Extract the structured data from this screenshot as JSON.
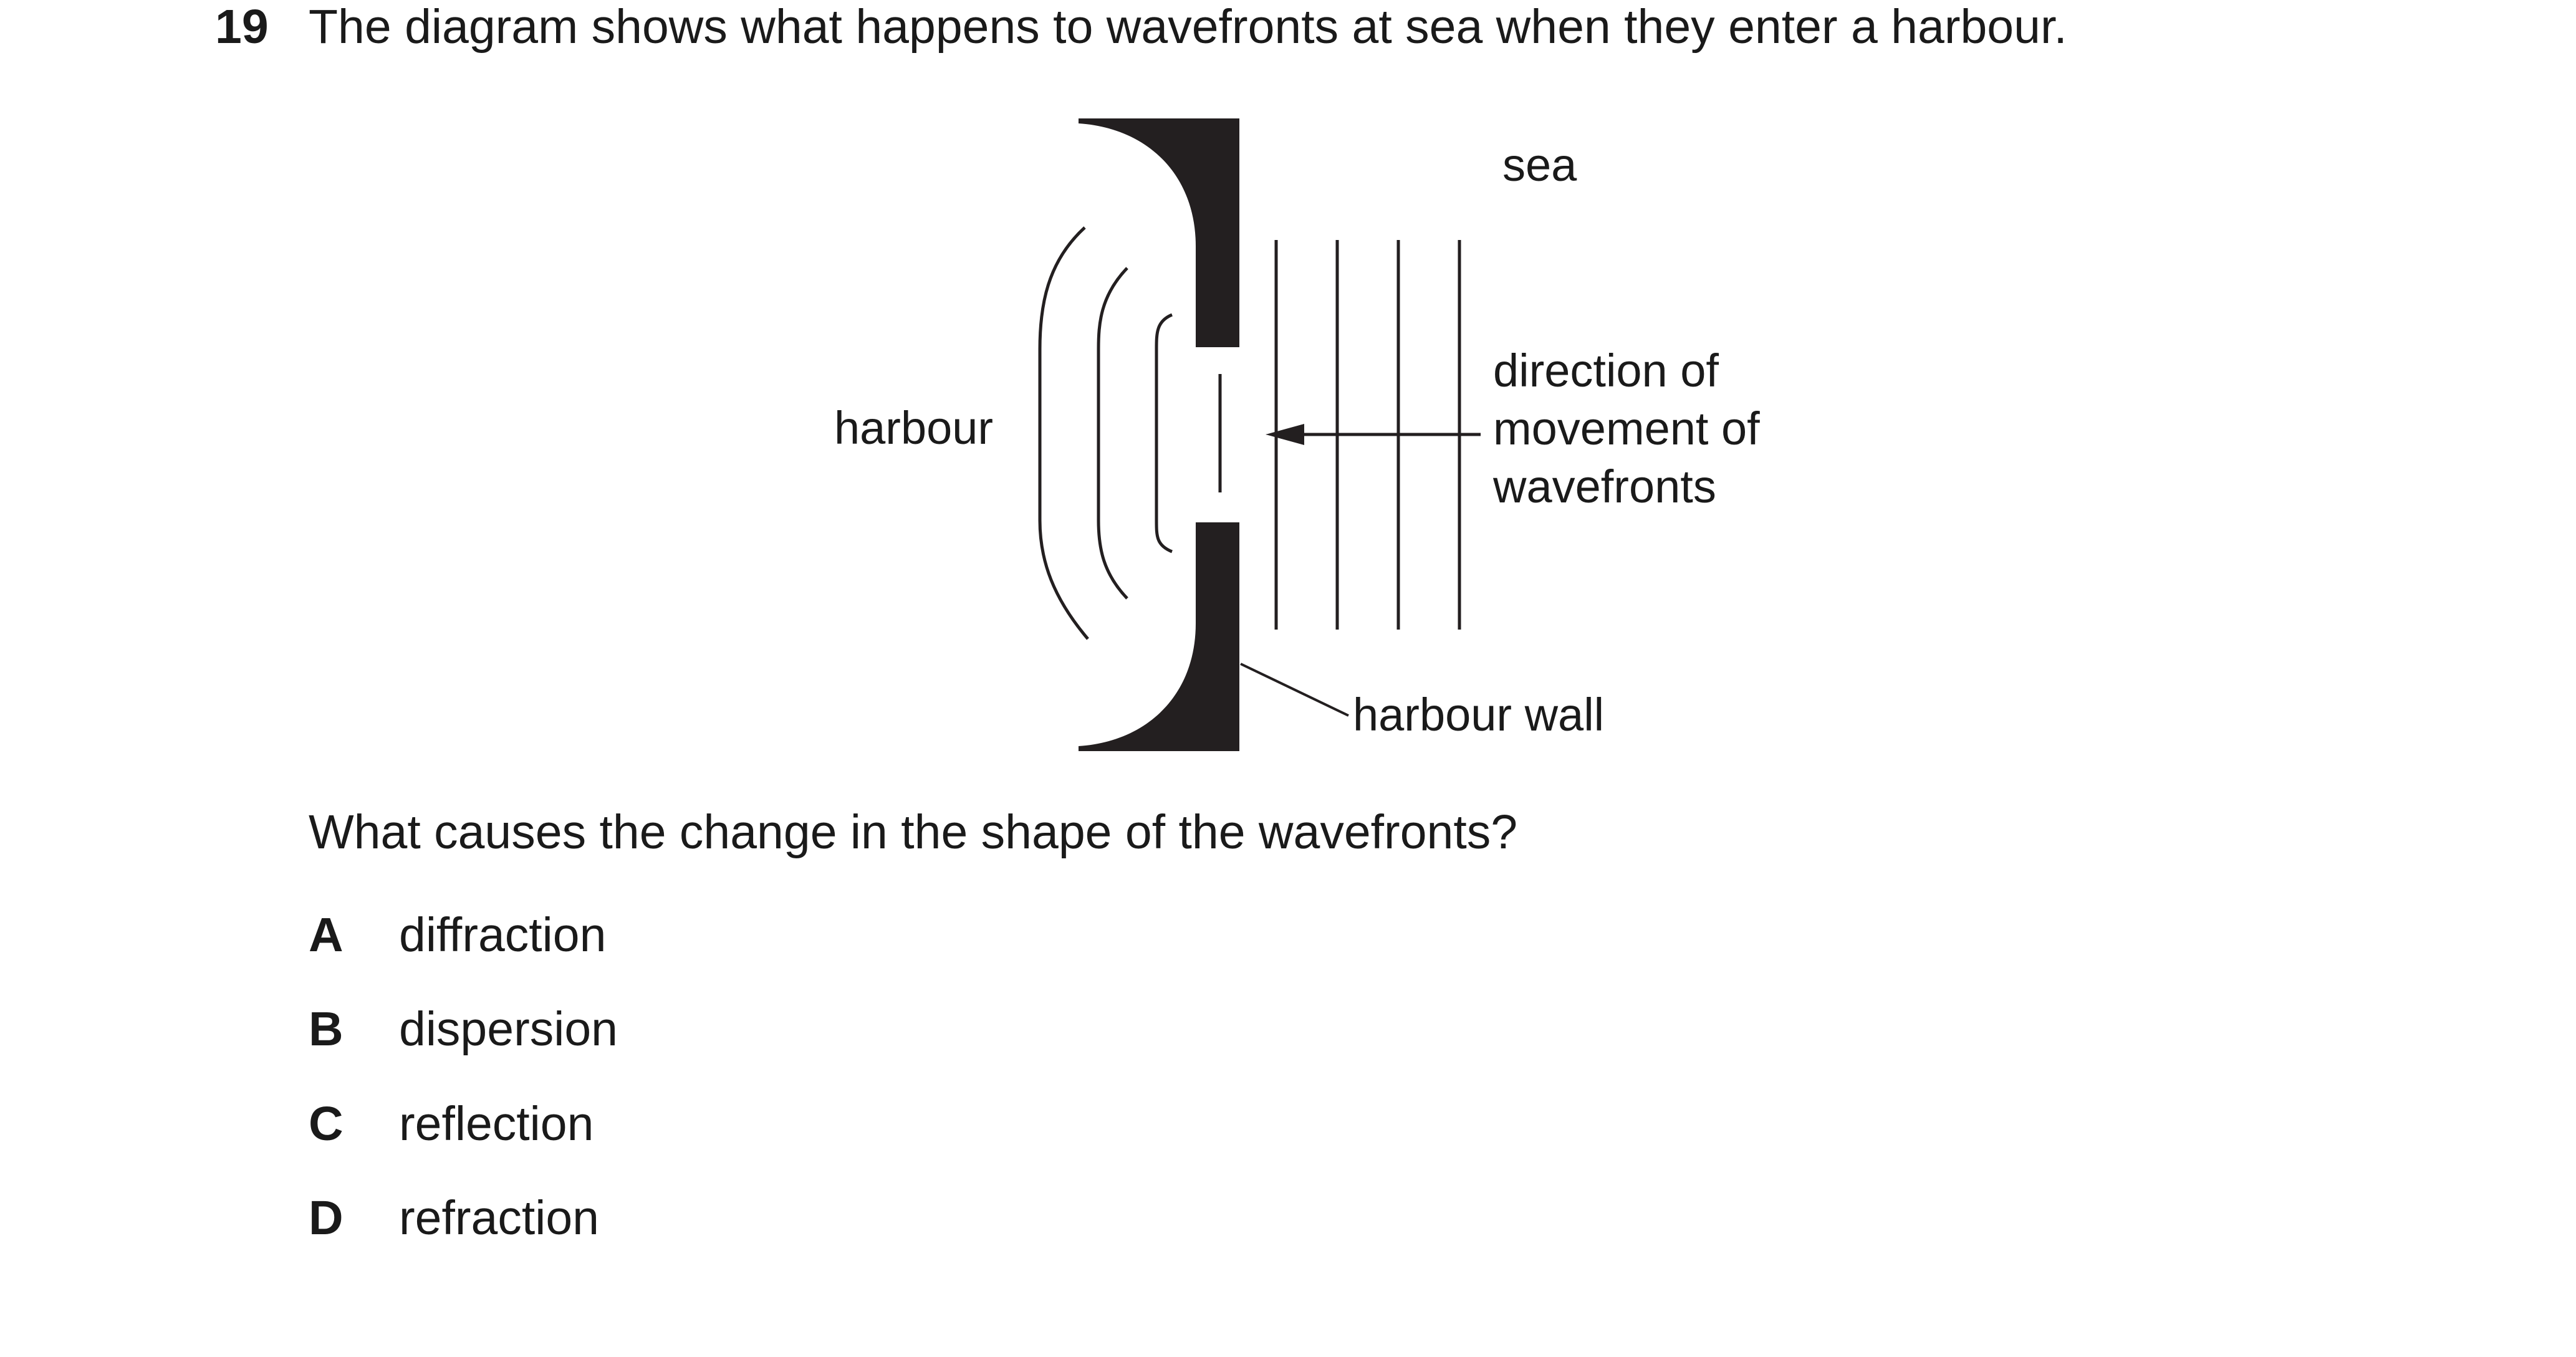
{
  "question": {
    "number": "19",
    "stem": "The diagram shows what happens to wavefronts at sea when they enter a harbour.",
    "prompt": "What causes the change in the shape of the wavefronts?"
  },
  "diagram": {
    "labels": {
      "sea": "sea",
      "harbour": "harbour",
      "direction_line1": "direction of",
      "direction_line2": "movement of",
      "direction_line3": "wavefronts",
      "harbour_wall": "harbour wall"
    }
  },
  "options": [
    {
      "letter": "A",
      "text": "diffraction"
    },
    {
      "letter": "B",
      "text": "dispersion"
    },
    {
      "letter": "C",
      "text": "reflection"
    },
    {
      "letter": "D",
      "text": "refraction"
    }
  ]
}
